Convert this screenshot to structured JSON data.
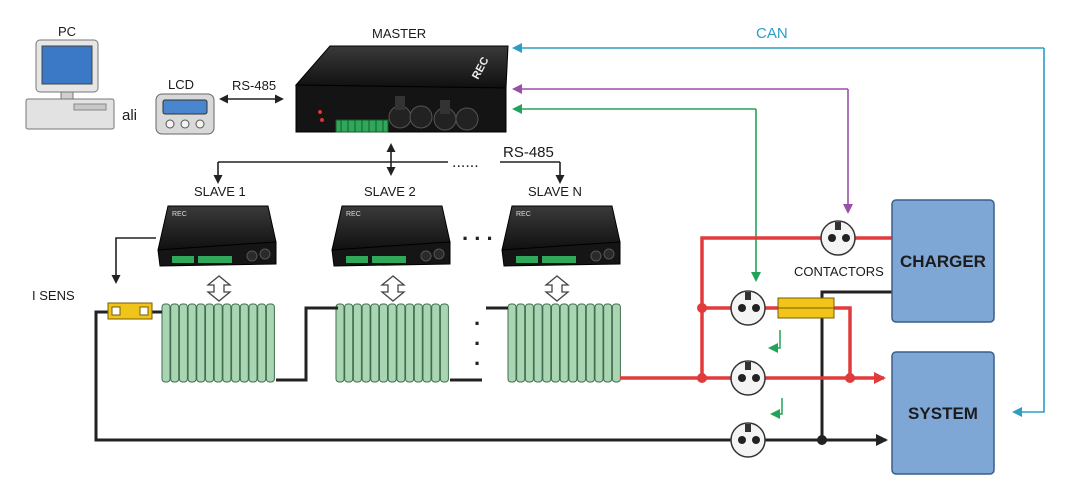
{
  "labels": {
    "pc": "PC",
    "lcd": "LCD",
    "ali": "ali",
    "rs485_top": "RS-485",
    "master": "MASTER",
    "can": "CAN",
    "rs485_bus": "RS-485",
    "slave1": "SLAVE 1",
    "slave2": "SLAVE 2",
    "slaveN": "SLAVE N",
    "isens": "I SENS",
    "contactors": "CONTACTORS",
    "charger": "CHARGER",
    "system": "SYSTEM",
    "device_brand": "REC"
  },
  "colors": {
    "battery_fill": "#a9d5b2",
    "battery_stroke": "#3f6e4f",
    "box_fill": "#7fa7d6",
    "box_stroke": "#3c5f8a",
    "power_line": "#e23b3b",
    "ground_line": "#222222",
    "can_line": "#2a9fc4",
    "signal_purple": "#9c4fa8",
    "signal_green": "#23a35a",
    "sensor_fill": "#f0c419"
  }
}
